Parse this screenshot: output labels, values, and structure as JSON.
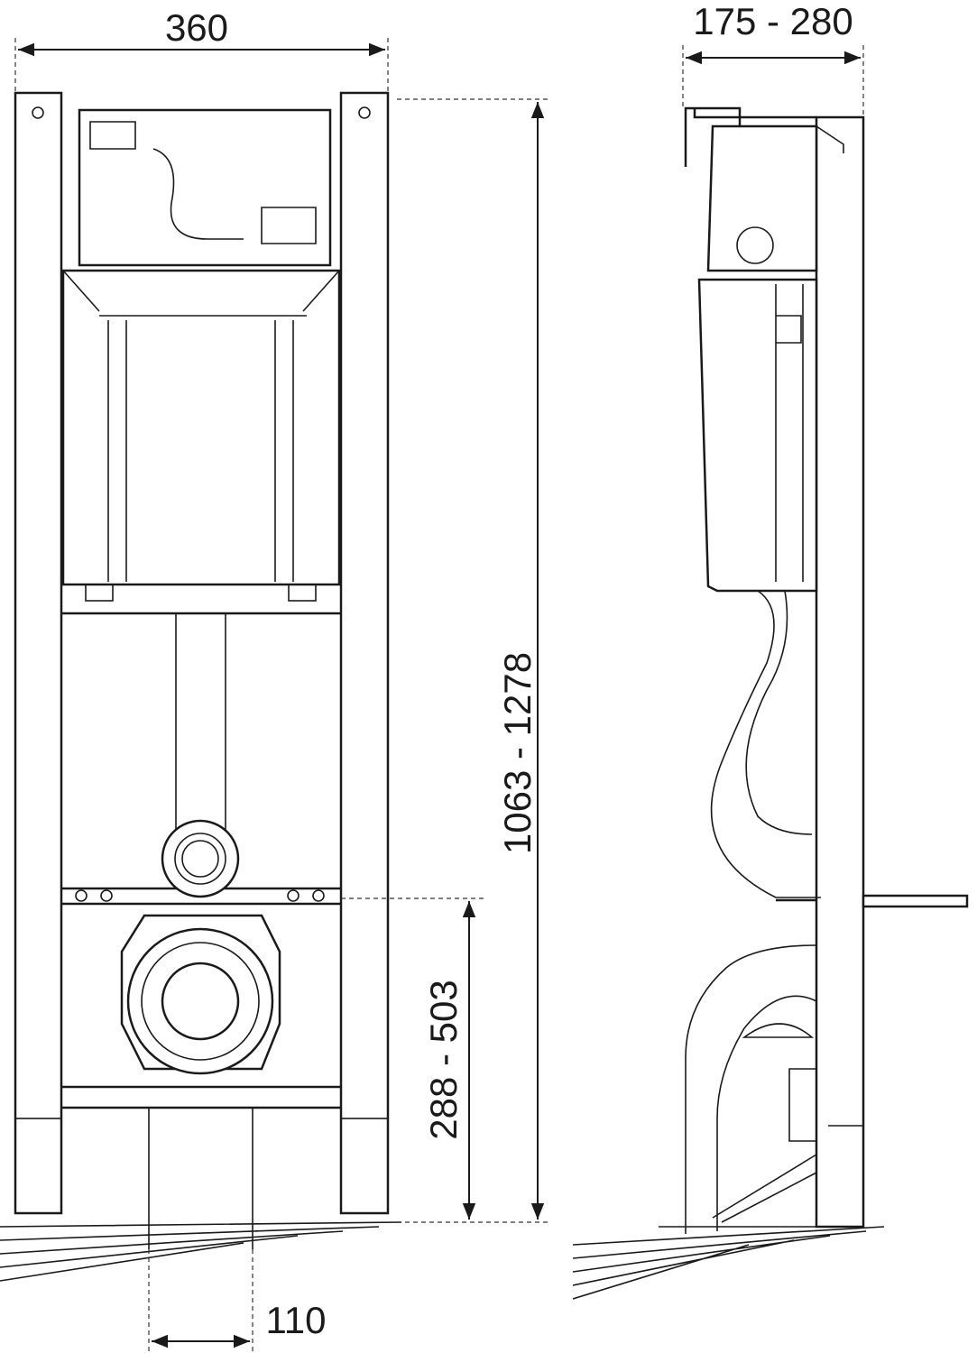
{
  "drawing": {
    "title": "Wall-hung toilet installation frame dimensions",
    "units": "mm",
    "dimensions": {
      "frame_width": "360",
      "depth_range": "175 - 280",
      "height_range": "1063 - 1278",
      "outlet_height_range": "288 - 503",
      "outlet_diameter": "110"
    },
    "line_color": "#1a1a1a",
    "background": "#ffffff"
  }
}
